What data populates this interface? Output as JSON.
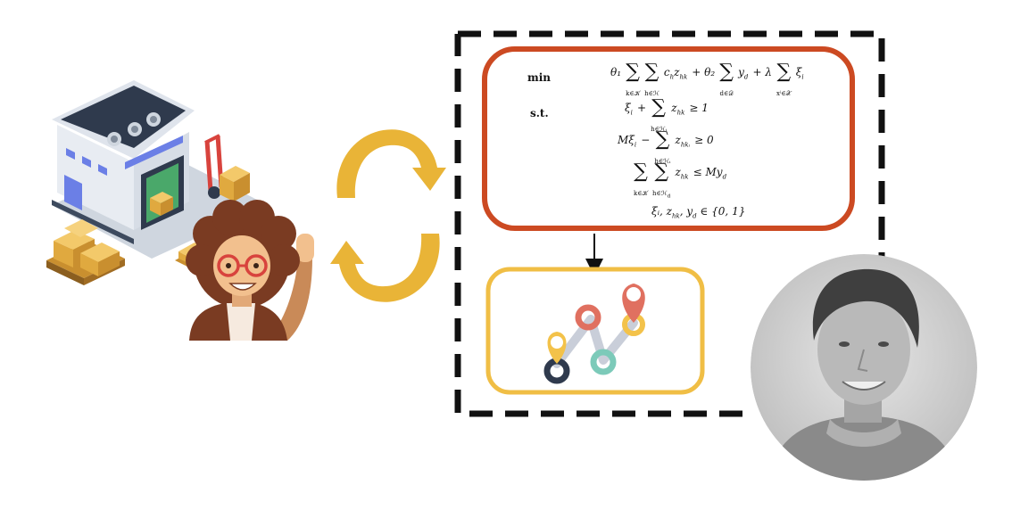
{
  "model": {
    "objective_label": "min",
    "constraints_label": "s.t.",
    "objective": {
      "theta1": "θ₁",
      "sum1_sub": "k∈𝒦",
      "sum2_sub": "h∈ℋ",
      "term1": "c",
      "term1_sub": "h",
      "term1b": "z",
      "term1b_sub": "hk",
      "plus1": "+ θ₂",
      "sum3_sub": "d∈𝒟",
      "term2": "y",
      "term2_sub": "d",
      "plus2": "+ λ",
      "sum4_sub": "xⁱ∈𝒳",
      "term3": "ξ",
      "term3_sub": "i"
    },
    "c1": {
      "lhs": "ξ",
      "lhs_sub": "i",
      "plus": "+",
      "sum_sub": "h∈ℋᵢ",
      "z": "z",
      "z_sub": "hk",
      "rhs": "≥ 1"
    },
    "c2": {
      "lhs": "Mξ",
      "lhs_sub": "i",
      "minus": "−",
      "sum_sub": "h∈ℋᵢ",
      "z": "z",
      "z_sub": "hkᵢ",
      "rhs": "≥ 0"
    },
    "c3": {
      "sum1_sub": "k∈𝒦",
      "sum2_sub": "h∈ℋ",
      "sum2_sub2": "d",
      "z": "z",
      "z_sub": "hk",
      "rhs": "≤ My",
      "rhs_sub": "d"
    },
    "c4": {
      "text": "ξᵢ, z",
      "z_sub": "hk",
      "mid": ", y",
      "y_sub": "d",
      "rhs": "∈ {0, 1}"
    }
  },
  "icons": [
    "warehouse-icon",
    "hand-truck-icon",
    "pallet-boxes-icon",
    "waving-person-icon",
    "cycle-arrows-icon",
    "route-map-icon",
    "portrait-photo"
  ],
  "colors": {
    "model_border": "#cc4a22",
    "route_border": "#f0be45",
    "cycle_arrow": "#e9b437",
    "dashed_frame": "#111111"
  }
}
